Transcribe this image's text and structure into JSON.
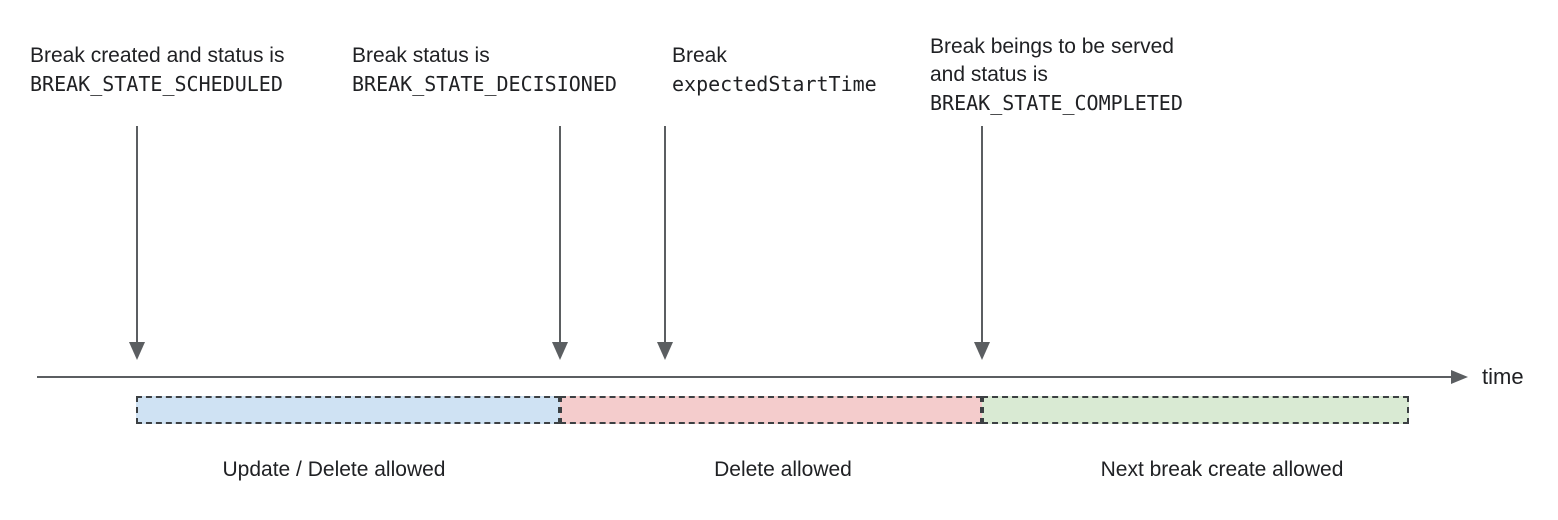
{
  "annotations": [
    {
      "line1": "Break created and status is",
      "code": "BREAK_STATE_SCHEDULED"
    },
    {
      "line1": "Break status is",
      "code": "BREAK_STATE_DECISIONED"
    },
    {
      "line1": "Break",
      "code": "expectedStartTime"
    },
    {
      "line1": "Break beings to be served",
      "line2": "and status is",
      "code": "BREAK_STATE_COMPLETED"
    }
  ],
  "timeline": {
    "label": "time"
  },
  "segments": [
    {
      "label": "Update / Delete allowed",
      "color": "#cfe2f3"
    },
    {
      "label": "Delete allowed",
      "color": "#f4cccc"
    },
    {
      "label": "Next break create allowed",
      "color": "#d9ead3"
    }
  ],
  "colors": {
    "segment_border": "#3c4043",
    "arrow": "#5b5e61",
    "text": "#202124"
  }
}
